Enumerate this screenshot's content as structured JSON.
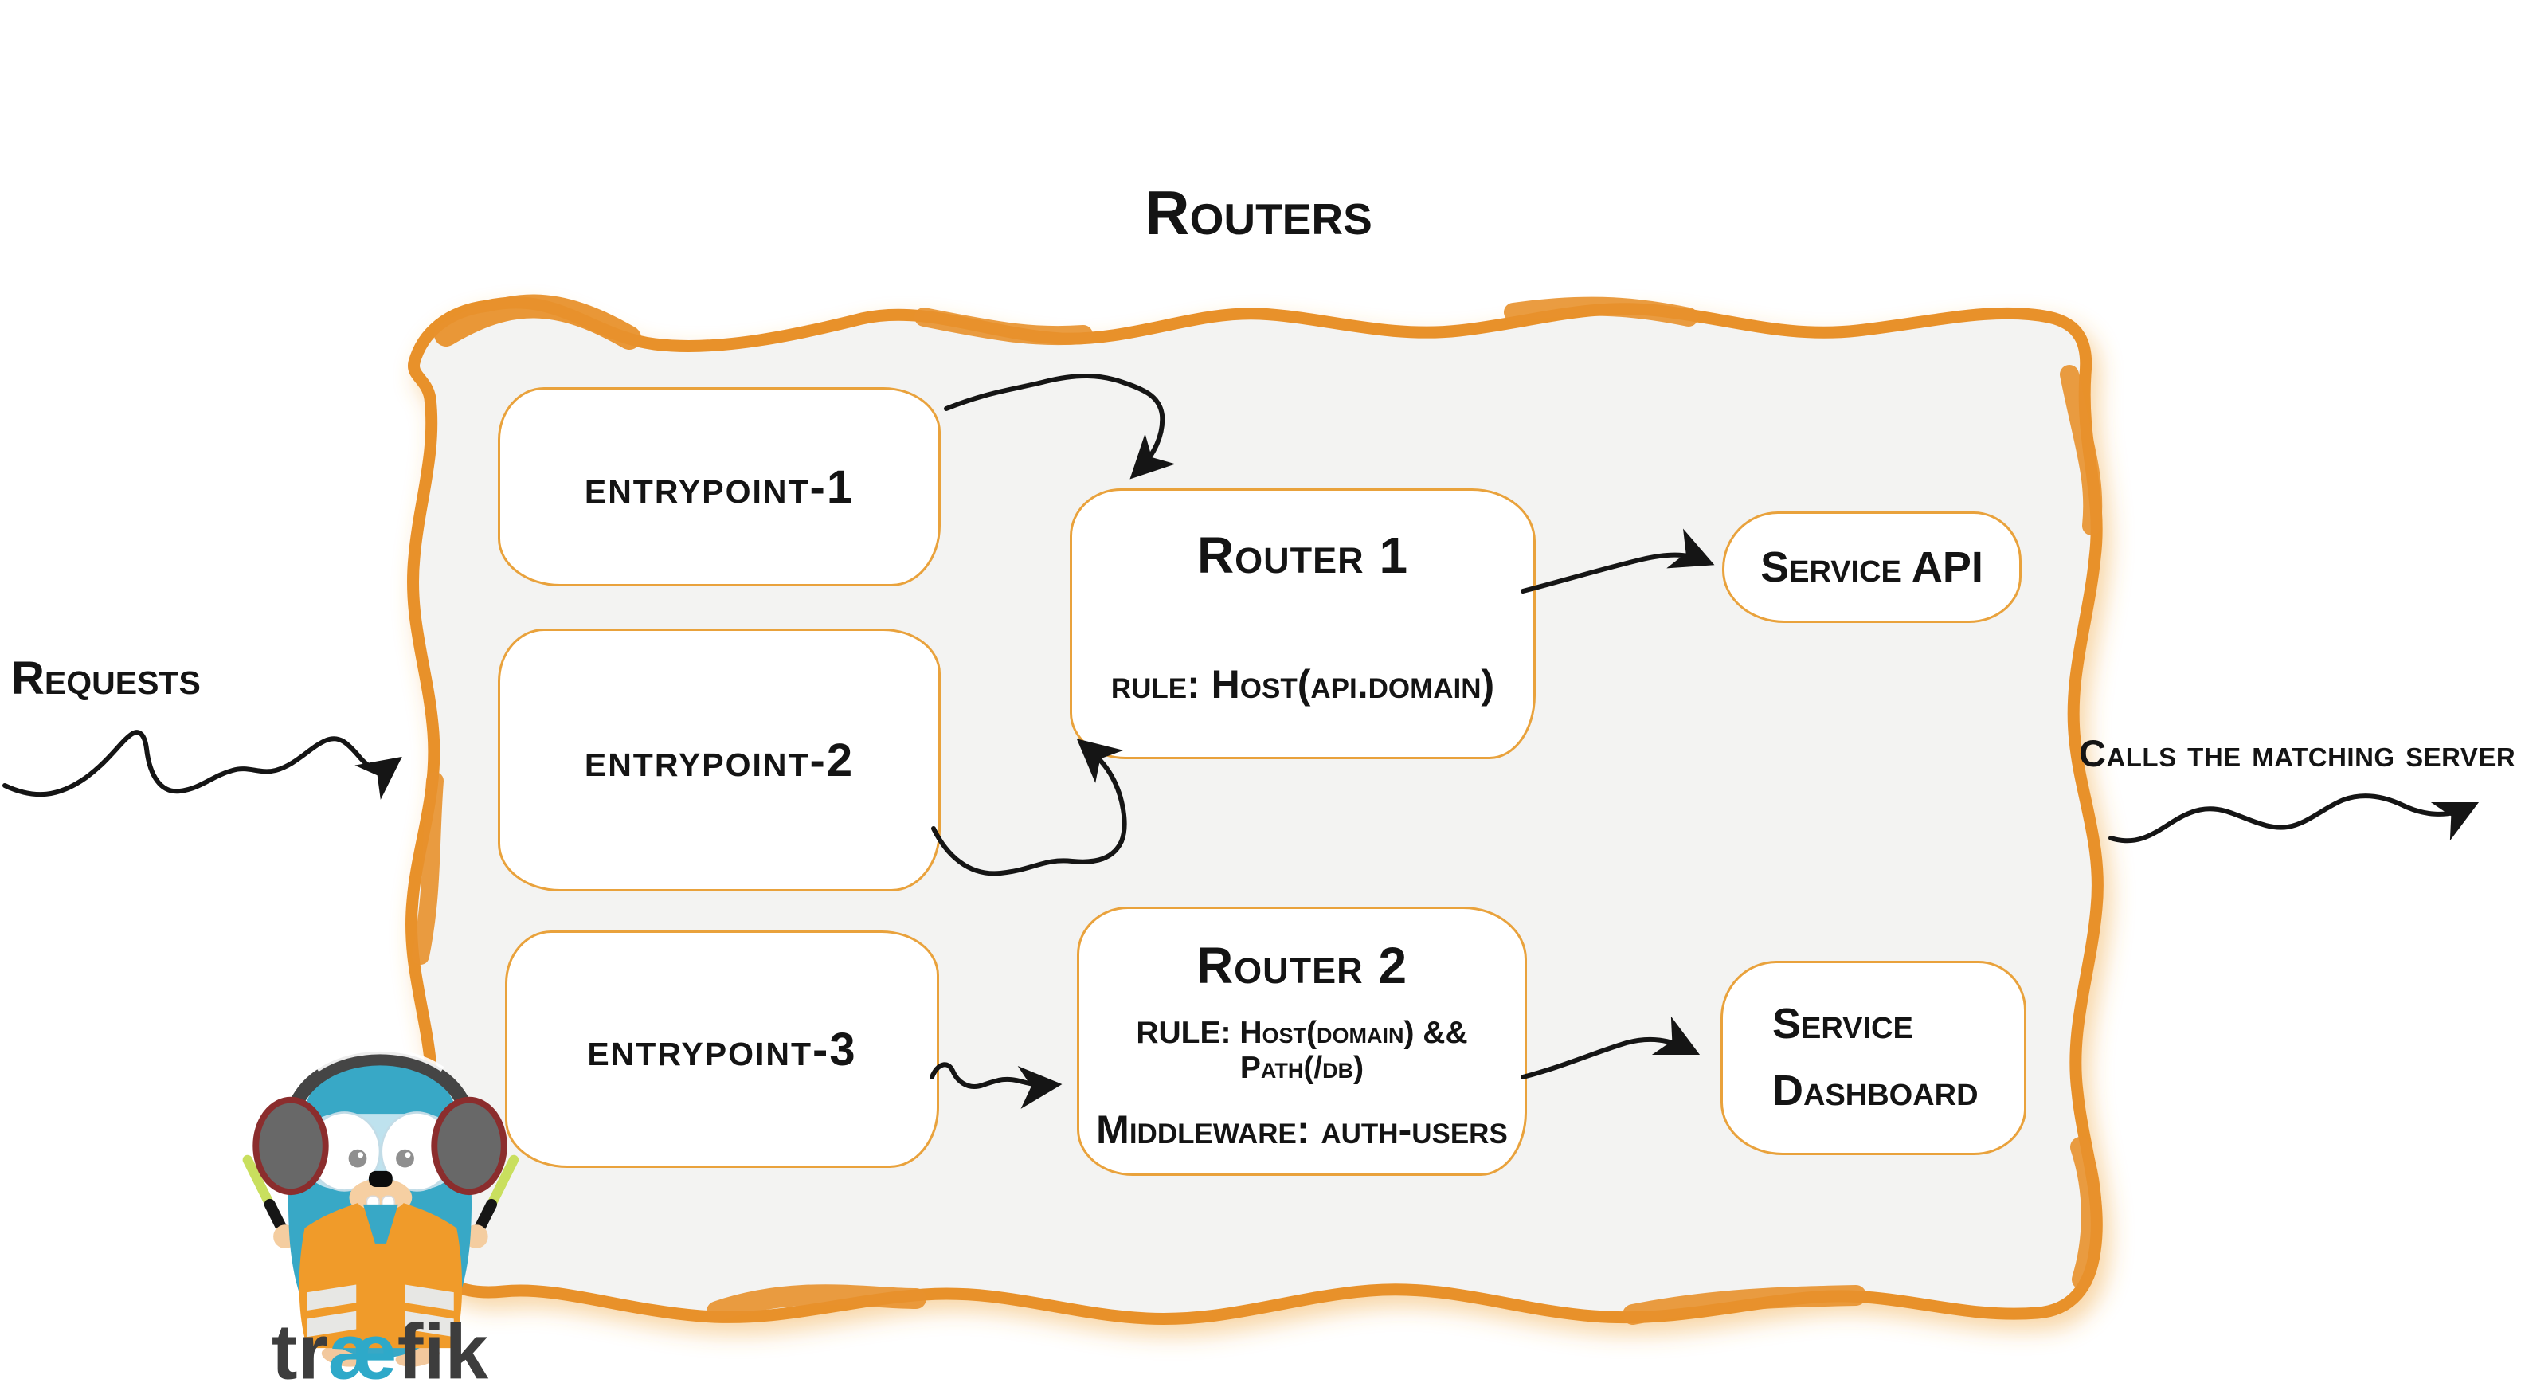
{
  "diagram": {
    "title": "Routers",
    "requests_label": "Requests",
    "calls_label": "Calls the matching server",
    "entrypoints": [
      {
        "label": "entrypoint-1"
      },
      {
        "label": "entrypoint-2"
      },
      {
        "label": "entrypoint-3"
      }
    ],
    "routers": [
      {
        "title": "Router 1",
        "rule": "rule: Host(api.domain)"
      },
      {
        "title": "Router 2",
        "rule": "RULE: Host(domain) && Path(/db)",
        "middleware": "Middleware: auth-users"
      }
    ],
    "services": [
      {
        "label": "Service API"
      },
      {
        "line1": "Service",
        "line2": "Dashboard"
      }
    ],
    "logo": {
      "wordmark": {
        "tr": "tr",
        "ae": "æ",
        "fik": "fik"
      }
    },
    "colors": {
      "container_stroke": "#E8912C",
      "box_border": "#E9A23C",
      "container_fill": "#F3F3F2",
      "text": "#141414",
      "arrow": "#151515",
      "gopher_blue": "#38A8C6",
      "vest_orange": "#F09B2A",
      "baton_green": "#C9DF5E",
      "wordmark_gray": "#3D3D3D",
      "wordmark_ae_teal": "#2EA9C9"
    }
  }
}
